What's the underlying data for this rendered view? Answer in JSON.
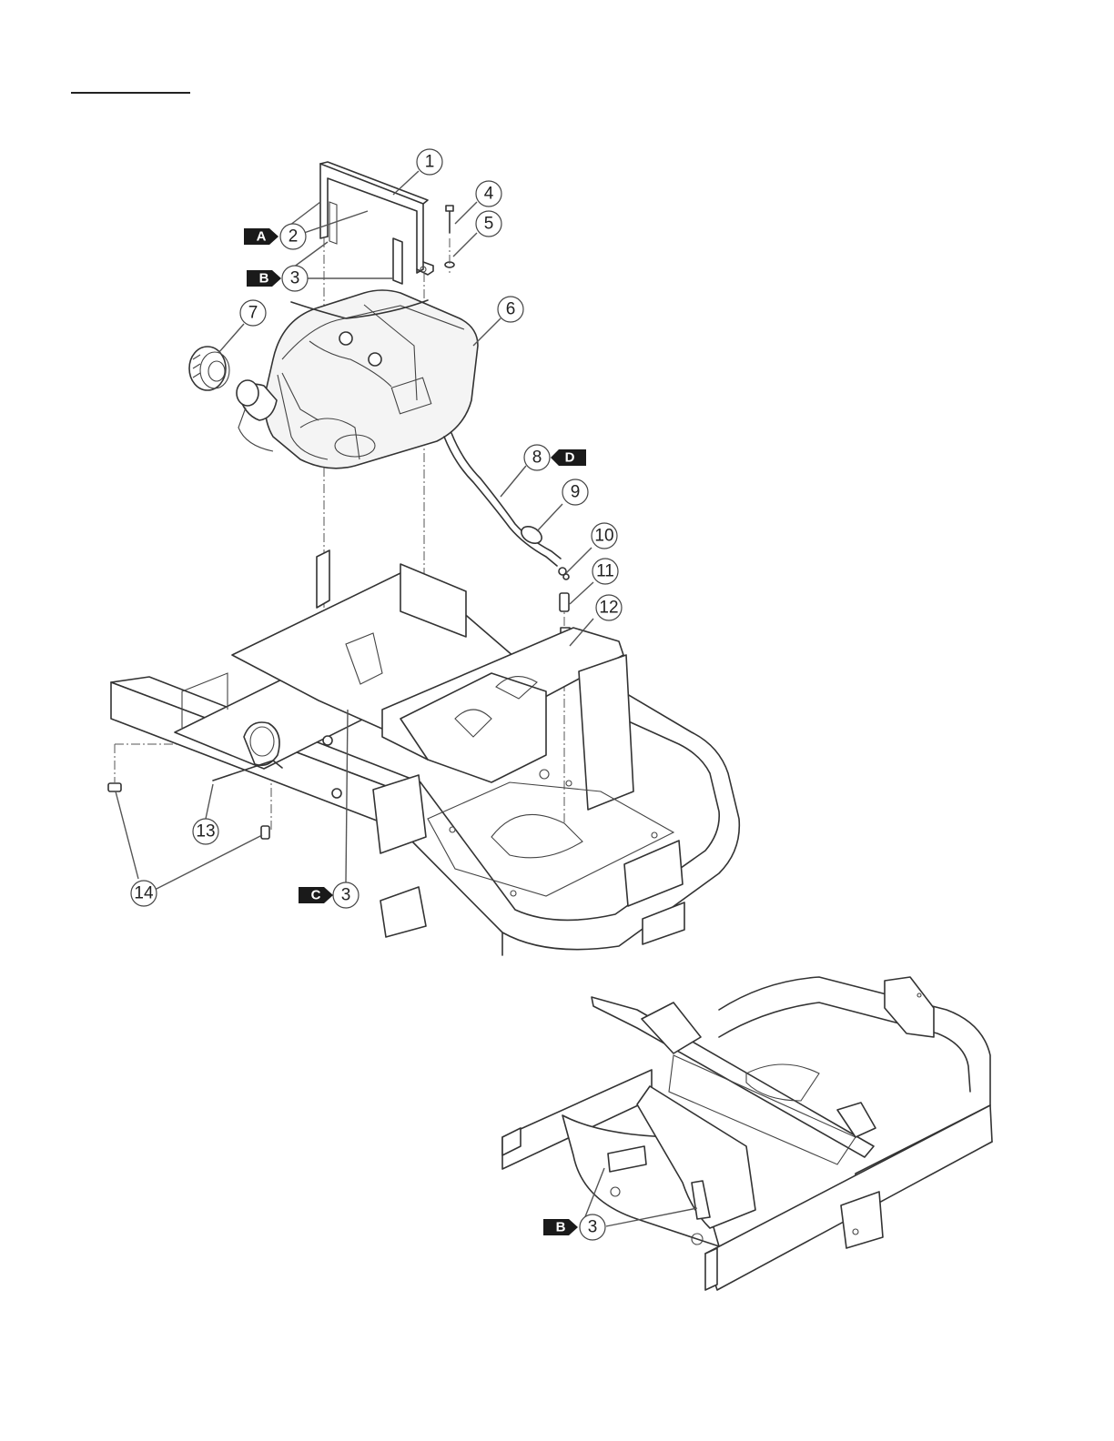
{
  "header": {
    "underline_rule": ""
  },
  "callouts": {
    "c1": "1",
    "c2": "2",
    "c3a": "3",
    "c4": "4",
    "c5": "5",
    "c6": "6",
    "c7": "7",
    "c8": "8",
    "c9": "9",
    "c10": "10",
    "c11": "11",
    "c12": "12",
    "c13": "13",
    "c14": "14",
    "c3c": "3",
    "c3b2": "3"
  },
  "tags": {
    "A": "A",
    "B": "B",
    "C": "C",
    "D": "D",
    "B2": "B"
  },
  "colors": {
    "ink": "#333333",
    "tag_fill": "#1a1a1a",
    "background": "#ffffff"
  }
}
